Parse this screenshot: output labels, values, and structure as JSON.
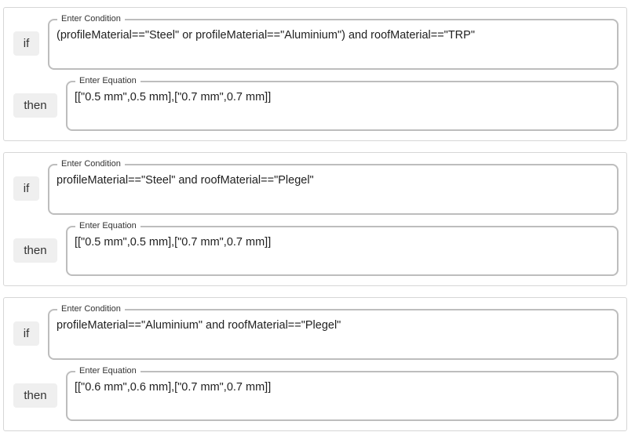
{
  "rules": [
    {
      "if_label": "if",
      "then_label": "then",
      "condition": {
        "legend": "Enter Condition",
        "value": "(profileMaterial==\"Steel\" or profileMaterial==\"Aluminium\") and roofMaterial==\"TRP\""
      },
      "equation": {
        "legend": "Enter Equation",
        "value": "[[\"0.5 mm\",0.5 mm],[\"0.7 mm\",0.7 mm]]"
      }
    },
    {
      "if_label": "if",
      "then_label": "then",
      "condition": {
        "legend": "Enter Condition",
        "value": "profileMaterial==\"Steel\" and roofMaterial==\"Plegel\""
      },
      "equation": {
        "legend": "Enter Equation",
        "value": "[[\"0.5 mm\",0.5 mm],[\"0.7 mm\",0.7 mm]]"
      }
    },
    {
      "if_label": "if",
      "then_label": "then",
      "condition": {
        "legend": "Enter Condition",
        "value": "profileMaterial==\"Aluminium\" and roofMaterial==\"Plegel\""
      },
      "equation": {
        "legend": "Enter Equation",
        "value": "[[\"0.6 mm\",0.6 mm],[\"0.7 mm\",0.7 mm]]"
      }
    }
  ]
}
